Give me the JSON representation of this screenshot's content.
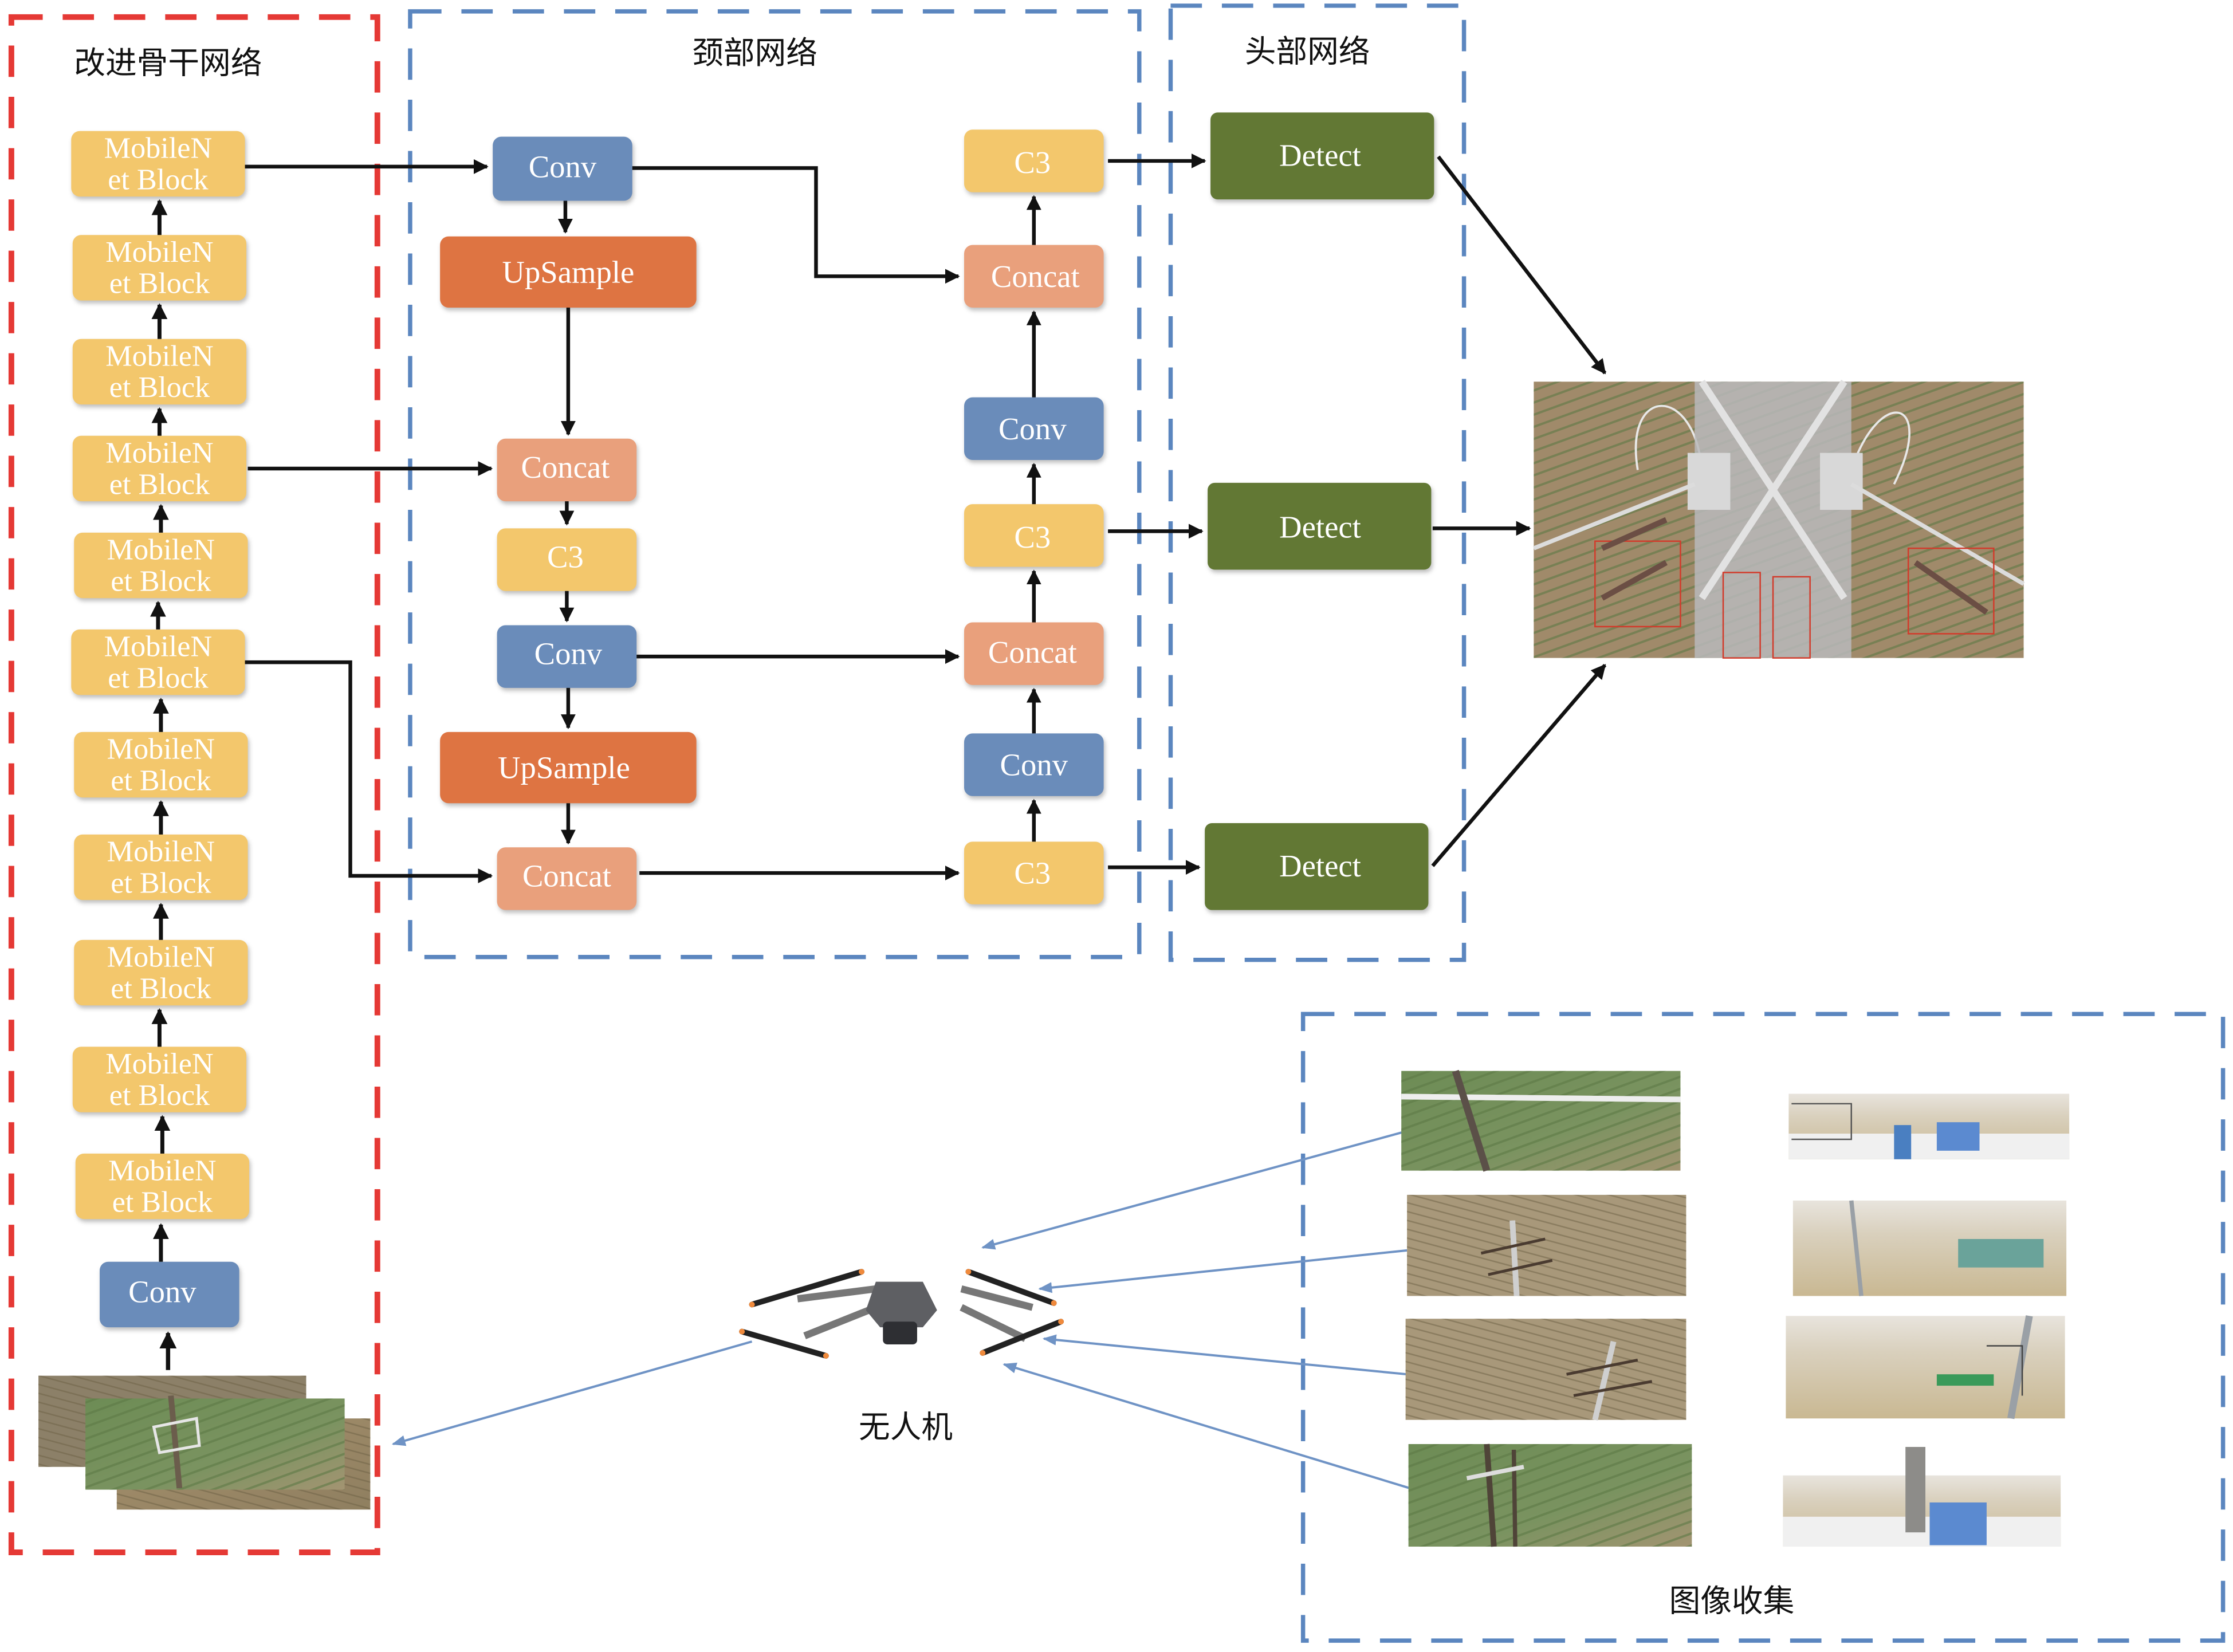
{
  "sections": {
    "backbone_title": "改进骨干网络",
    "neck_title": "颈部网络",
    "head_title": "头部网络",
    "drone_label": "无人机",
    "collection_title": "图像收集"
  },
  "colors": {
    "backbone_border": "#e53935",
    "section_border": "#5b86bf",
    "mobilenet_block": "#f3c76c",
    "conv_block": "#6a8cba",
    "upsample_block": "#de7442",
    "concat_block": "#e9a07c",
    "c3_block": "#f3c76c",
    "detect_block": "#627834",
    "arrow": "#111111",
    "drone_arrow": "#6f93c5"
  },
  "backbone": {
    "blocks": [
      {
        "line1": "MobileN",
        "line2": "et Block"
      },
      {
        "line1": "MobileN",
        "line2": "et Block"
      },
      {
        "line1": "MobileN",
        "line2": "et Block"
      },
      {
        "line1": "MobileN",
        "line2": "et Block"
      },
      {
        "line1": "MobileN",
        "line2": "et Block"
      },
      {
        "line1": "MobileN",
        "line2": "et Block"
      },
      {
        "line1": "MobileN",
        "line2": "et Block"
      },
      {
        "line1": "MobileN",
        "line2": "et Block"
      },
      {
        "line1": "MobileN",
        "line2": "et Block"
      },
      {
        "line1": "MobileN",
        "line2": "et Block"
      },
      {
        "line1": "MobileN",
        "line2": "et Block"
      }
    ],
    "input_conv": "Conv",
    "input_image": "stacked input images (farmland power line)"
  },
  "neck": {
    "left": {
      "conv_top": "Conv",
      "upsample_top": "UpSample",
      "concat_mid": "Concat",
      "c3_mid": "C3",
      "conv_mid": "Conv",
      "upsample_bottom": "UpSample",
      "concat_bottom": "Concat"
    },
    "right": {
      "c3_top": "C3",
      "concat_top": "Concat",
      "conv_upper": "Conv",
      "c3_mid": "C3",
      "concat_mid": "Concat",
      "conv_lower": "Conv",
      "c3_bottom": "C3"
    }
  },
  "head": {
    "detect": [
      "Detect",
      "Detect",
      "Detect"
    ],
    "result_image": "detection result (tower with red boxes)"
  },
  "collection": {
    "left_images": [
      "farmland tower crossarm",
      "pole in field",
      "pole with insulators",
      "field with poles"
    ],
    "right_images": [
      "construction site",
      "pole over site with pool",
      "site with tilted pole",
      "site with tower"
    ]
  }
}
